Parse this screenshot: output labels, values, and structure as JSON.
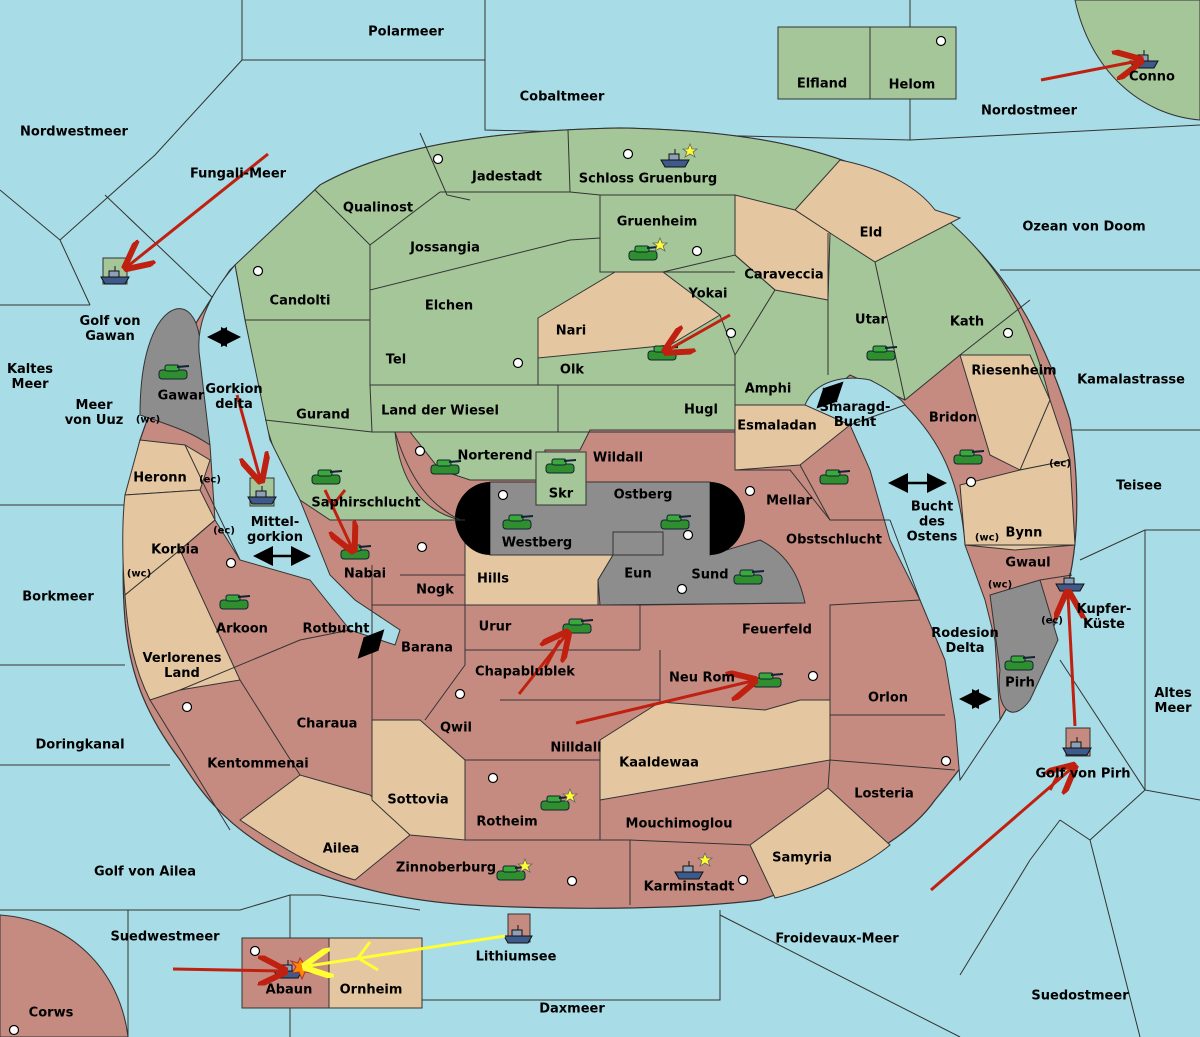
{
  "colors": {
    "sea": "#a8dce6",
    "north": "#a4c699",
    "south": "#c58b80",
    "neutral": "#e4c7a1",
    "impassable": "#8d8d8d",
    "border": "#333333",
    "order": "#c0200f",
    "convoy": "#ffff33"
  },
  "regions": {
    "polarmeer": "Polarmeer",
    "cobaltmeer": "Cobaltmeer",
    "nordwestmeer": "Nordwestmeer",
    "nordostmeer": "Nordostmeer",
    "fungali": "Fungali-Meer",
    "golf_gawan": "Golf von\nGawan",
    "kaltes": "Kaltes\nMeer",
    "meer_uuz": "Meer\nvon Uuz",
    "borkmeer": "Borkmeer",
    "doringkanal": "Doringkanal",
    "golf_ailea": "Golf von Ailea",
    "suedwestmeer": "Suedwestmeer",
    "corws": "Corws",
    "daxmeer": "Daxmeer",
    "froidevaux": "Froidevaux-Meer",
    "suedostmeer": "Suedostmeer",
    "lithiumsee": "Lithiumsee",
    "ozean": "Ozean von Doom",
    "kamalastrasse": "Kamalastrasse",
    "teisee": "Teisee",
    "altes": "Altes\nMeer",
    "golf_pirh": "Golf von Pirh",
    "elfland": "Elfland",
    "helom": "Helom",
    "conno": "Conno",
    "abaun": "Abaun",
    "ornheim": "Ornheim",
    "jadestadt": "Jadestadt",
    "schloss": "Schloss Gruenburg",
    "qualinost": "Qualinost",
    "jossangia": "Jossangia",
    "gruenheim": "Gruenheim",
    "eld": "Eld",
    "candolti": "Candolti",
    "elchen": "Elchen",
    "caraveccia": "Caraveccia",
    "yokai": "Yokai",
    "nari": "Nari",
    "utar": "Utar",
    "kath": "Kath",
    "tel": "Tel",
    "olk": "Olk",
    "gurand": "Gurand",
    "land_wiesel": "Land der Wiesel",
    "hugl": "Hugl",
    "amphi": "Amphi",
    "riesenheim": "Riesenheim",
    "smaragd": "Smaragd-\nBucht",
    "esmaladan": "Esmaladan",
    "bridon": "Bridon",
    "norterend": "Norterend",
    "wildall": "Wildall",
    "skr": "Skr",
    "ostberg": "Ostberg",
    "mellar": "Mellar",
    "saphir": "Saphirschlucht",
    "westberg": "Westberg",
    "obstschlucht": "Obstschlucht",
    "bucht_ostens": "Bucht\ndes\nOstens",
    "bynn": "Bynn",
    "gwaul": "Gwaul",
    "nabai": "Nabai",
    "hills": "Hills",
    "eun": "Eun",
    "sund": "Sund",
    "nogk": "Nogk",
    "urur": "Urur",
    "feuerfeld": "Feuerfeld",
    "kupfer": "Kupfer-\nKüste",
    "rotbucht": "Rotbucht",
    "barana": "Barana",
    "chapablublek": "Chapablublek",
    "neu_rom": "Neu Rom",
    "rodesion": "Rodesion\nDelta",
    "orlon": "Orlon",
    "pirh": "Pirh",
    "qwil": "Qwil",
    "nilldall": "Nilldall",
    "kaaldewaa": "Kaaldewaa",
    "losteria": "Losteria",
    "rotheim": "Rotheim",
    "mouchimoglou": "Mouchimoglou",
    "samyria": "Samyria",
    "sottovia": "Sottovia",
    "zinnoberburg": "Zinnoberburg",
    "karminstadt": "Karminstadt",
    "ailea": "Ailea",
    "charaua": "Charaua",
    "kentommenai": "Kentommenai",
    "arkoon": "Arkoon",
    "verlorenes": "Verlorenes\nLand",
    "korbia": "Korbia",
    "heronn": "Heronn",
    "gawar": "Gawar",
    "gorkion": "Gorkion\ndelta",
    "mittel": "Mittel-\ngorkion"
  },
  "coasts": {
    "wc": "(wc)",
    "ec": "(ec)"
  },
  "icons": {
    "army": "tank-icon",
    "fleet": "ship-icon",
    "supply": "supply-center-icon",
    "home": "star-icon"
  }
}
